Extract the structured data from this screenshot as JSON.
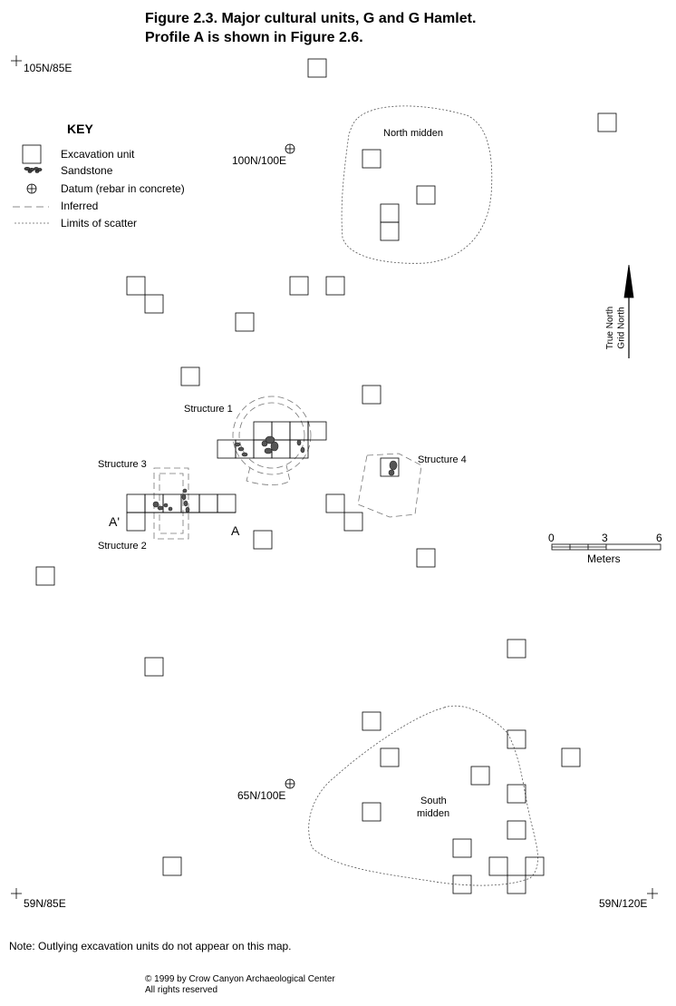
{
  "title": {
    "line1": "Figure 2.3.  Major cultural units, G and G Hamlet.",
    "line2": "Profile A is shown in Figure 2.6."
  },
  "grid_labels": {
    "nw": "105N/85E",
    "datum_north": "100N/100E",
    "datum_south": "65N/100E",
    "sw": "59N/85E",
    "se": "59N/120E"
  },
  "key": {
    "title": "KEY",
    "items": [
      {
        "label": "Excavation unit",
        "symbol": "square-icon"
      },
      {
        "label": "Sandstone",
        "symbol": "sandstone-icon"
      },
      {
        "label": "Datum (rebar in concrete)",
        "symbol": "datum-icon"
      },
      {
        "label": "Inferred",
        "symbol": "dashed-line-icon"
      },
      {
        "label": "Limits of scatter",
        "symbol": "dotted-line-icon"
      }
    ]
  },
  "features": {
    "north_midden": "North midden",
    "south_midden_line1": "South",
    "south_midden_line2": "midden",
    "structure1": "Structure 1",
    "structure2": "Structure 2",
    "structure3": "Structure 3",
    "structure4": "Structure 4",
    "profile_a": "A",
    "profile_a_prime": "A'"
  },
  "north_arrow": {
    "true_north": "True North",
    "grid_north": "Grid North"
  },
  "scale": {
    "ticks": [
      "0",
      "3",
      "6"
    ],
    "unit": "Meters"
  },
  "note": "Note: Outlying excavation units do not appear on this map.",
  "copyright": {
    "line1": "© 1999 by Crow Canyon Archaeological Center",
    "line2": "All rights reserved"
  }
}
